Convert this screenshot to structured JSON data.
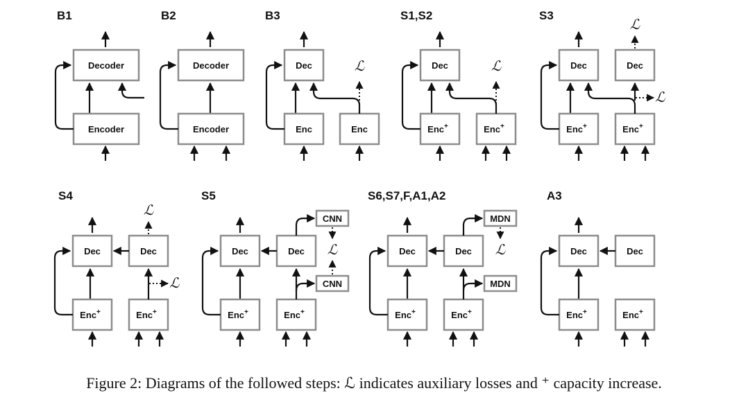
{
  "panels": [
    {
      "id": "B1",
      "title": "B1",
      "encoder": "Encoder",
      "decoder": "Decoder"
    },
    {
      "id": "B2",
      "title": "B2",
      "encoder": "Encoder",
      "decoder": "Decoder"
    },
    {
      "id": "B3",
      "title": "B3",
      "enc": "Enc",
      "dec": "Dec",
      "enc2": "Enc",
      "loss": "ℒ"
    },
    {
      "id": "S1S2",
      "title": "S1,S2",
      "enc": "Enc",
      "enc2": "Enc",
      "dec": "Dec",
      "loss": "ℒ"
    },
    {
      "id": "S3",
      "title": "S3",
      "enc": "Enc",
      "enc2": "Enc",
      "dec": "Dec",
      "dec2": "Dec",
      "loss_top": "ℒ",
      "loss_side": "ℒ"
    },
    {
      "id": "S4",
      "title": "S4",
      "enc": "Enc",
      "enc2": "Enc",
      "dec": "Dec",
      "dec2": "Dec",
      "loss_top": "ℒ",
      "loss_side": "ℒ"
    },
    {
      "id": "S5",
      "title": "S5",
      "enc": "Enc",
      "enc2": "Enc",
      "dec": "Dec",
      "dec2": "Dec",
      "aux_top": "CNN",
      "aux_bottom": "CNN",
      "loss": "ℒ"
    },
    {
      "id": "S6",
      "title": "S6,S7,F,A1,A2",
      "enc": "Enc",
      "enc2": "Enc",
      "dec": "Dec",
      "dec2": "Dec",
      "aux_top": "MDN",
      "aux_bottom": "MDN",
      "loss": "ℒ"
    },
    {
      "id": "A3",
      "title": "A3",
      "enc": "Enc",
      "enc2": "Enc",
      "dec": "Dec",
      "dec2": "Dec"
    }
  ],
  "sup_plus": "+",
  "caption": "Figure 2: Diagrams of the followed steps: ℒ indicates auxiliary losses and ⁺ capacity increase."
}
